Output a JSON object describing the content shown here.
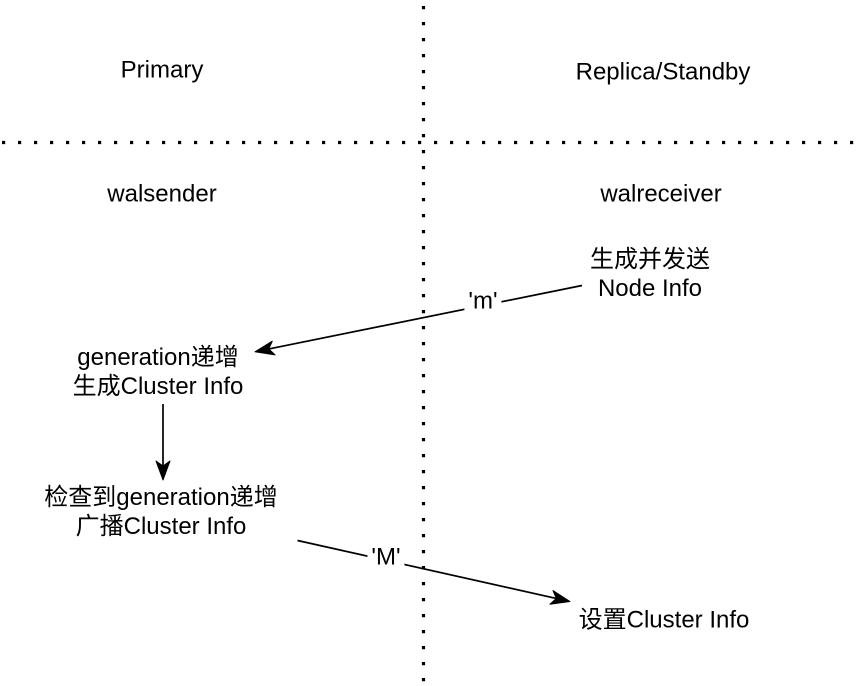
{
  "canvas": {
    "background_color": "#ffffff",
    "line_color": "#000000"
  },
  "lanes": {
    "left_title": "Primary",
    "right_title": "Replica/Standby",
    "left_role": "walsender",
    "right_role": "walreceiver"
  },
  "steps": {
    "node_info": {
      "line1": "生成并发送",
      "line2": "Node Info"
    },
    "generation": {
      "line1": "generation递增",
      "line2": "生成Cluster Info"
    },
    "check_broadcast": {
      "line1": "检查到generation递增",
      "line2": "广播Cluster Info"
    },
    "set_cluster": {
      "text": "设置Cluster Info"
    }
  },
  "messages": {
    "m_label": "'m'",
    "M_label": "'M'"
  }
}
